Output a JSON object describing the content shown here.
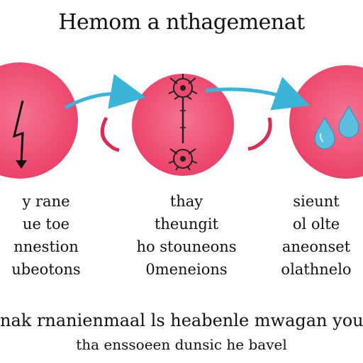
{
  "title": "Hemom a nthagemenat",
  "columns": [
    {
      "lines": [
        "y rane",
        "ue toe",
        "nnestion",
        "ubeotons"
      ]
    },
    {
      "lines": [
        "thay",
        "theungit",
        "ho stouneons",
        "0meneions"
      ]
    },
    {
      "lines": [
        "sieunt",
        "ol olte",
        "aneonset",
        "olathnelo"
      ]
    }
  ],
  "footer": {
    "line1": "nak rnanienmaal ls heabenle mwagan you",
    "line2": "tha enssoeen dunsic he bavel"
  },
  "colors": {
    "circle": "#ee4a6e",
    "circle_light": "#f46889",
    "arrow": "#3ab4d8",
    "drop": "#5bbfdf",
    "curl": "#d92c55"
  },
  "icons": {
    "left": "lightning-icon",
    "middle": "neuron-icon",
    "right": "water-drops-icon"
  }
}
